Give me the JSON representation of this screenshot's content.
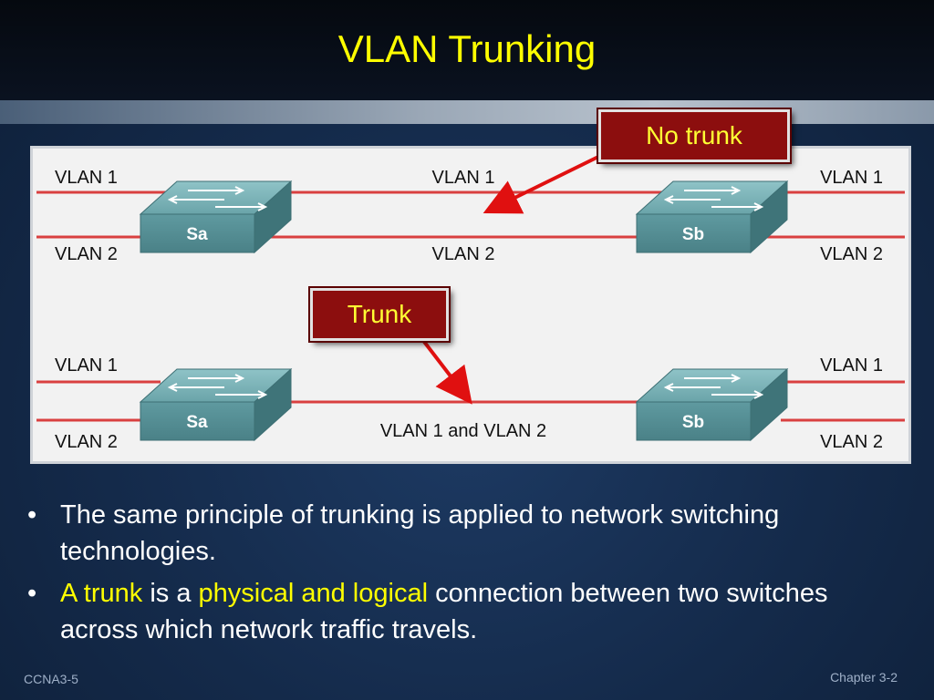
{
  "slide": {
    "title": "VLAN Trunking"
  },
  "callouts": {
    "no_trunk": "No trunk",
    "trunk": "Trunk"
  },
  "diagram": {
    "top": {
      "left_vlan1": "VLAN 1",
      "left_vlan2": "VLAN 2",
      "mid_vlan1": "VLAN 1",
      "mid_vlan2": "VLAN 2",
      "right_vlan1": "VLAN 1",
      "right_vlan2": "VLAN 2",
      "switch_a": "Sa",
      "switch_b": "Sb"
    },
    "bottom": {
      "left_vlan1": "VLAN 1",
      "left_vlan2": "VLAN 2",
      "mid_label": "VLAN 1 and VLAN 2",
      "right_vlan1": "VLAN 1",
      "right_vlan2": "VLAN 2",
      "switch_a": "Sa",
      "switch_b": "Sb"
    }
  },
  "bullets": {
    "b1": "The same principle of trunking is applied to network switching technologies.",
    "b2_part1": "A trunk",
    "b2_part2": " is a ",
    "b2_part3": "physical and logical",
    "b2_part4": " connection between two switches across which network traffic travels."
  },
  "footer": {
    "left": "CCNA3-5",
    "right": "Chapter 3-2"
  },
  "colors": {
    "title": "#ffff00",
    "link_red": "#d93030",
    "callout_fill": "#8c0e0e",
    "switch_teal": "#5e9aa0"
  }
}
